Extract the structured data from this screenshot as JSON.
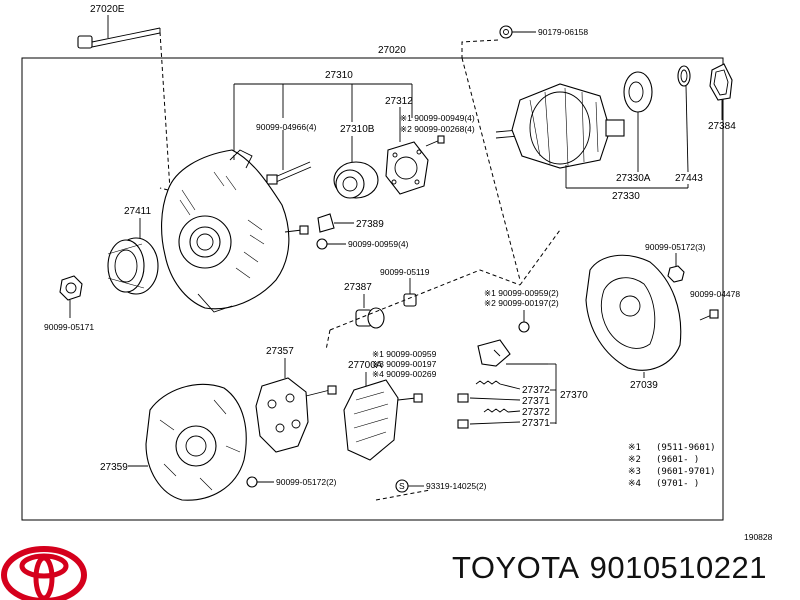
{
  "labels": {
    "bolt_top": "27020E",
    "assembly": "27020",
    "nut_top": "90179-06158",
    "frame_group": "27310",
    "bearing_plate": "27312",
    "note1": "※1 90099-00949(4)",
    "note2": "※2 90099-00268(4)",
    "stud": "90099-04966(4)",
    "bearing": "27310B",
    "pulley": "27411",
    "clip": "27389",
    "screw1": "90099-00959(4)",
    "nut_left": "90099-05171",
    "cap": "27387",
    "screw2": "90099-05119",
    "rotor_bearing": "27330A",
    "ring1": "27443",
    "ring2": "27384",
    "rotor": "27330",
    "nut_right": "90099-05172(3)",
    "screw_right": "90099-04478",
    "rear_cover": "27039",
    "brush_holder_notes1": "※1 90099-00959(2)",
    "brush_holder_notes2": "※2 90099-00197(2)",
    "rectifier": "27357",
    "regulator": "27700A",
    "reg_note1": "※1 90099-00959",
    "reg_note3": "※3 90099-00197",
    "reg_note4": "※4 90099-00269",
    "brush1": "27372",
    "brush2": "27371",
    "brush3": "27372",
    "brush4": "27371",
    "brush_group": "27370",
    "end_frame": "27359",
    "nut_bottom": "90099-05172(2)",
    "spacer": "93319-14025(2)",
    "code": "190828"
  },
  "legend": [
    {
      "mark": "※1",
      "range": "(9511-9601)"
    },
    {
      "mark": "※2",
      "range": "(9601-    )"
    },
    {
      "mark": "※3",
      "range": "(9601-9701)"
    },
    {
      "mark": "※4",
      "range": "(9701-    )"
    }
  ],
  "brand": {
    "name": "TOYOTA",
    "part_number": "9010510221"
  },
  "colors": {
    "logo": "#d5001c",
    "line": "#000000"
  }
}
